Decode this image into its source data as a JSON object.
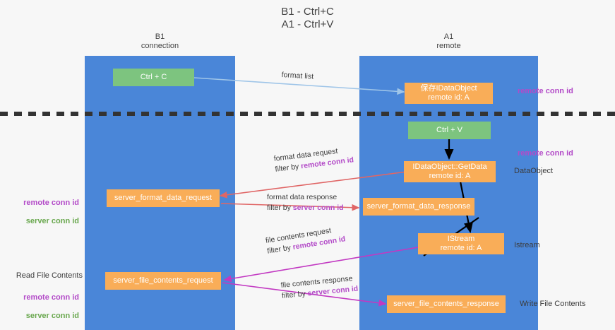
{
  "title": "B1 - Ctrl+C\nA1 - Ctrl+V",
  "colors": {
    "lane": "#4a86d8",
    "node_green": "#7dc47f",
    "node_orange": "#f9ad58",
    "accent_purple": "#b34bc8",
    "accent_green": "#6aa84f",
    "arrow_blue": "#9fc5e8",
    "arrow_red": "#e06666",
    "arrow_magenta": "#c239c2",
    "arrow_black": "#000000",
    "background": "#f7f7f7",
    "text_dark": "#434343"
  },
  "lanes": [
    {
      "id": "b1",
      "title": "B1",
      "subtitle": "connection"
    },
    {
      "id": "a1",
      "title": "A1",
      "subtitle": "remote"
    }
  ],
  "nodes": [
    {
      "id": "ctrl-c",
      "label": "Ctrl + C",
      "color": "green"
    },
    {
      "id": "save-idataobject",
      "label": "保存IDataObject\nremote id: A",
      "color": "orange"
    },
    {
      "id": "ctrl-v",
      "label": "Ctrl + V",
      "color": "green"
    },
    {
      "id": "idataobject-getdata",
      "label": "IDataObject::GetData\nremote id: A",
      "color": "orange"
    },
    {
      "id": "server-format-data-request",
      "label": "server_format_data_request",
      "color": "orange"
    },
    {
      "id": "server-format-data-response",
      "label": "server_format_data_response",
      "color": "orange"
    },
    {
      "id": "istream",
      "label": "IStream\nremote id: A",
      "color": "orange"
    },
    {
      "id": "server-file-contents-request",
      "label": "server_file_contents_request",
      "color": "orange"
    },
    {
      "id": "server-file-contents-response",
      "label": "server_file_contents_response",
      "color": "orange"
    }
  ],
  "edge_labels": [
    {
      "id": "format-list",
      "line1": "format list",
      "line2": "",
      "filter_value": ""
    },
    {
      "id": "format-data-request",
      "line1": "format data request",
      "line2": "filter by ",
      "filter_value": "remote conn id"
    },
    {
      "id": "format-data-response",
      "line1": "format data response",
      "line2": "filter by ",
      "filter_value": "server conn id"
    },
    {
      "id": "file-contents-request",
      "line1": "file contents request",
      "line2": "filter by ",
      "filter_value": "remote conn id"
    },
    {
      "id": "file-contents-response",
      "line1": "file contents response",
      "line2": "filter by ",
      "filter_value": "server conn id"
    }
  ],
  "annotations": {
    "right": [
      {
        "id": "remote-conn-id-top",
        "text": "remote conn id",
        "style": "purple"
      },
      {
        "id": "remote-conn-id-mid",
        "text": "remote conn id",
        "style": "purple"
      },
      {
        "id": "dataobject",
        "text": "DataObject",
        "style": "plain"
      },
      {
        "id": "istream-label",
        "text": "Istream",
        "style": "plain"
      },
      {
        "id": "write-file-contents",
        "text": "Write File Contents",
        "style": "plain"
      }
    ],
    "left": [
      {
        "id": "conn-ids-mid",
        "line1": "remote conn id",
        "line2": "server conn id"
      },
      {
        "id": "read-file-contents",
        "text": "Read File Contents"
      },
      {
        "id": "conn-ids-bottom",
        "line1": "remote conn id",
        "line2": "server conn id"
      }
    ]
  }
}
